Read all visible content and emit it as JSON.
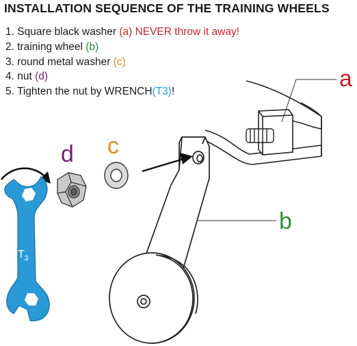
{
  "title": "INSTALLATION SEQUENCE OF THE TRAINING WHEELS",
  "steps": [
    {
      "num": "1.",
      "text": "Square black washer",
      "ref": "(a) NEVER throw it away!",
      "color": "#c0262d"
    },
    {
      "num": "2.",
      "text": "training wheel",
      "ref": "(b)",
      "color": "#2e8b3a"
    },
    {
      "num": "3.",
      "text": "round metal washer",
      "ref": "(c)",
      "color": "#e08b1f"
    },
    {
      "num": "4.",
      "text": "nut",
      "ref": "(d)",
      "color": "#7a1f6b"
    },
    {
      "num": "5.",
      "text": "Tighten the nut by WRENCH",
      "ref": "(T3)",
      "suffix": "!",
      "color": "#2a9ad6"
    }
  ],
  "callouts": {
    "a": {
      "label": "a",
      "color": "#c0262d"
    },
    "b": {
      "label": "b",
      "color": "#2e8b3a"
    },
    "c": {
      "label": "c",
      "color": "#e08b1f"
    },
    "d": {
      "label": "d",
      "color": "#7a1f6b"
    }
  },
  "wrench": {
    "label": "T",
    "subscript": "3",
    "color": "#2a9ad6"
  }
}
